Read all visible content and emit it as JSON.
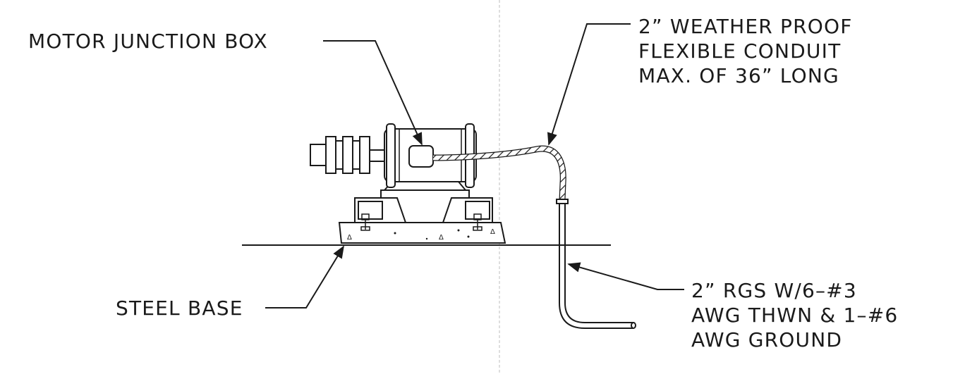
{
  "labels": {
    "motor_junction_box": "MOTOR JUNCTION BOX",
    "flex_conduit_line1": "2” WEATHER PROOF",
    "flex_conduit_line2": "FLEXIBLE CONDUIT",
    "flex_conduit_line3": "MAX. OF 36” LONG",
    "steel_base": "STEEL BASE",
    "rgs_line1": "2” RGS W/6–#3",
    "rgs_line2": "AWG THWN & 1–#6",
    "rgs_line3": "AWG GROUND"
  },
  "colors": {
    "ink": "#1a1a1a",
    "paper": "#ffffff"
  }
}
